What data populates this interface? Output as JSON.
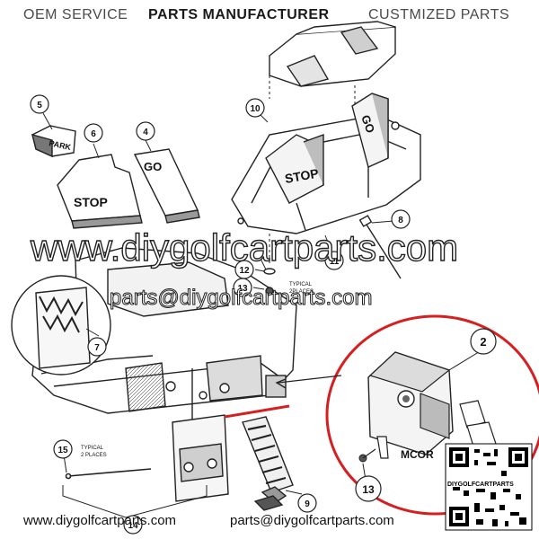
{
  "header": {
    "oem": "OEM SERVICE",
    "manufacturer": "PARTS MANUFACTURER",
    "custom": "CUSTMIZED PARTS"
  },
  "watermark": {
    "site": "www.diygolfcartparts.com",
    "email": "parts@diygolfcartparts.com"
  },
  "footer": {
    "site": "www.diygolfcartparts.com",
    "email": "parts@diygolfcartparts.com"
  },
  "callouts": [
    "2",
    "4",
    "5",
    "6",
    "7",
    "8",
    "9",
    "10",
    "11",
    "12",
    "13",
    "13",
    "14",
    "15"
  ],
  "labels": {
    "park": "PARK",
    "stop": "STOP",
    "go": "GO",
    "stop_pedal": "STOP",
    "go_pedal": "GO",
    "typical_1": "TYPICAL",
    "places_1": "2PLACES",
    "typical_2": "TYPICAL",
    "places_2": "2 PLACES",
    "mcor": "MCOR"
  },
  "qr": {
    "caption": "DIYGOLFCARTPARTS"
  },
  "colors": {
    "highlight": "#d42020",
    "line": "#222222",
    "shade": "#9a9a9a"
  }
}
